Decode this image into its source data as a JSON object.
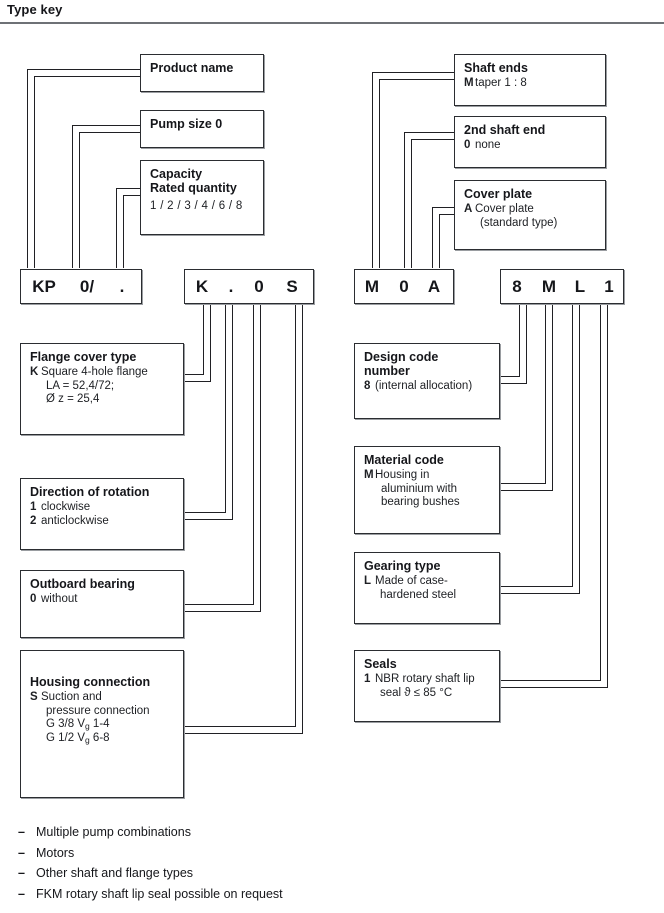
{
  "header": {
    "title": "Type key"
  },
  "code_boxes": [
    {
      "name": "kp-code",
      "segments": [
        "KP",
        "0/",
        "."
      ]
    },
    {
      "name": "kos-code",
      "segments": [
        "K",
        ".",
        "0",
        "S"
      ]
    },
    {
      "name": "moa-code",
      "segments": [
        "M",
        "0",
        "A"
      ]
    },
    {
      "name": "8ml1-code",
      "segments": [
        "8",
        "M",
        "L",
        "1"
      ]
    }
  ],
  "top_left_boxes": [
    {
      "title": "Product name",
      "rows": [],
      "plain": []
    },
    {
      "title": "Pump size 0",
      "rows": [],
      "plain": []
    },
    {
      "title": "Capacity\nRated quantity",
      "rows": [],
      "plain": [
        "1 / 2 / 3 / 4 / 6 / 8"
      ]
    }
  ],
  "top_right_boxes": [
    {
      "title": "Shaft ends",
      "rows": [
        {
          "key": "M",
          "value": "taper 1 : 8"
        }
      ]
    },
    {
      "title": "2nd shaft end",
      "rows": [
        {
          "key": "0",
          "value": "none"
        }
      ]
    },
    {
      "title": "Cover plate",
      "rows": [
        {
          "key": "A",
          "value": "Cover plate"
        },
        {
          "key": "",
          "value": "(standard type)",
          "cont": true
        }
      ]
    }
  ],
  "bottom_left_boxes": [
    {
      "title": "Flange cover type",
      "rows": [
        {
          "key": "K",
          "value": "Square 4-hole flange"
        },
        {
          "key": "",
          "value": "LA = 52,4/72;",
          "cont": true
        },
        {
          "key": "",
          "value": "Ø z = 25,4",
          "cont": true
        }
      ]
    },
    {
      "title": "Direction of rotation",
      "rows": [
        {
          "key": "1",
          "value": "clockwise"
        },
        {
          "key": "2",
          "value": "anticlockwise"
        }
      ]
    },
    {
      "title": "Outboard bearing",
      "rows": [
        {
          "key": "0",
          "value": "without"
        }
      ]
    },
    {
      "title": "Housing connection",
      "rows": [
        {
          "key": "S",
          "value": "Suction and"
        },
        {
          "key": "",
          "value": "pressure connection",
          "cont": true
        },
        {
          "key": "",
          "value": "G 3/8 Vg 1-4",
          "cont": true,
          "sub": "g"
        },
        {
          "key": "",
          "value": "G 1/2 Vg 6-8",
          "cont": true,
          "sub": "g"
        }
      ]
    }
  ],
  "bottom_right_boxes": [
    {
      "title": "Design code\nnumber",
      "rows": [
        {
          "key": "8",
          "value": "(internal allocation)"
        }
      ]
    },
    {
      "title": "Material code",
      "rows": [
        {
          "key": "M",
          "value": "Housing in"
        },
        {
          "key": "",
          "value": "aluminium with",
          "cont": true
        },
        {
          "key": "",
          "value": "bearing bushes",
          "cont": true
        }
      ]
    },
    {
      "title": "Gearing type",
      "rows": [
        {
          "key": "L",
          "value": "Made of case-"
        },
        {
          "key": "",
          "value": "hardened steel",
          "cont": true
        }
      ]
    },
    {
      "title": "Seals",
      "rows": [
        {
          "key": "1",
          "value": "NBR rotary shaft lip"
        },
        {
          "key": "",
          "value": "seal ϑ ≤   85 °C",
          "cont": true
        }
      ]
    }
  ],
  "notes": {
    "dash": "–",
    "items": [
      "Multiple pump combinations",
      "Motors",
      "Other shaft and flange types",
      "FKM rotary shaft lip seal possible on request"
    ]
  },
  "colors": {
    "ink": "#15161a",
    "rule": "#6e7176",
    "box_border": "#2b2d31",
    "box_shadow": "#9a9da1",
    "background": "#ffffff"
  }
}
